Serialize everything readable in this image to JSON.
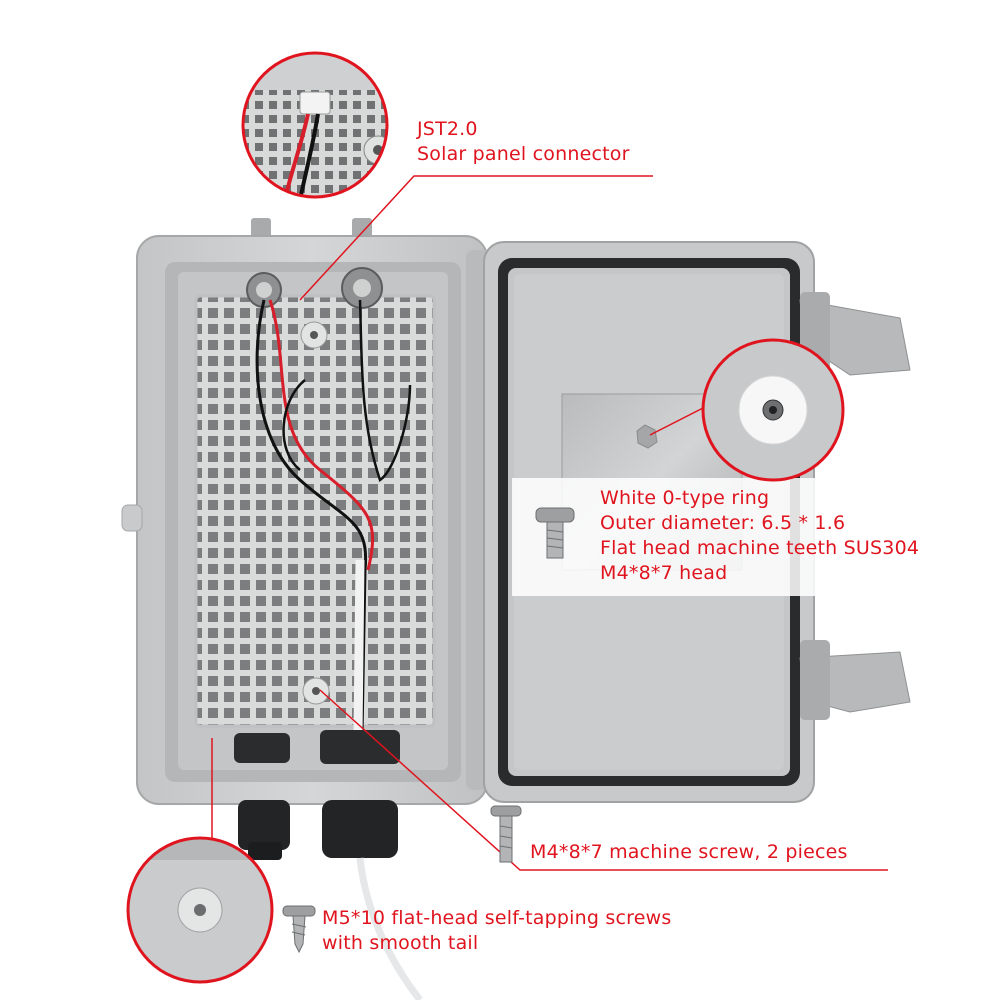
{
  "annotations": {
    "jst_connector": {
      "line1": "JST2.0",
      "line2": "Solar panel connector"
    },
    "o_ring": {
      "line1": "White 0-type ring",
      "line2": "Outer diameter: 6.5 * 1.6",
      "line3": "Flat head machine teeth SUS304",
      "line4": "M4*8*7 head"
    },
    "machine_screw": {
      "line1": "M4*8*7 machine screw, 2 pieces"
    },
    "tapping_screw": {
      "line1": "M5*10 flat-head self-tapping screws",
      "line2": "with smooth tail"
    }
  },
  "colors": {
    "annotation_red": "#e0141e",
    "enclosure_grey": "#c9cacb",
    "lid_grey": "#c4c6c8",
    "gasket_black": "#2a2b2d"
  }
}
